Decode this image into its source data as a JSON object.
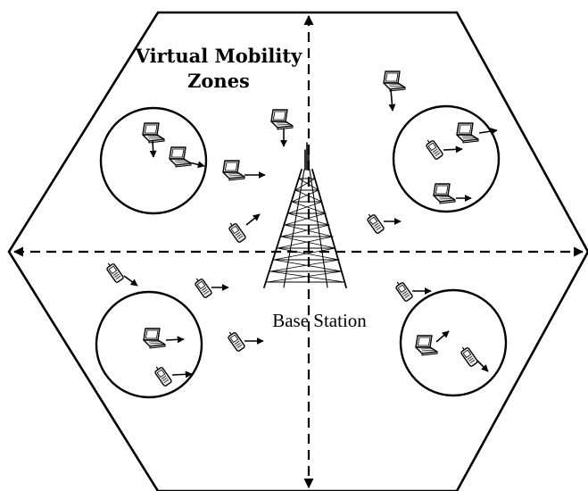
{
  "zones_label": {
    "line1": "Virtual Mobility",
    "line2": "Zones"
  },
  "base_station_label": "Base Station",
  "colors": {
    "stroke": "#000000",
    "device_fill": "#e6e6e6",
    "background": "#ffffff"
  },
  "icons": [
    "laptop-icon",
    "phone-icon",
    "cell-tower-icon",
    "arrow-icon"
  ]
}
